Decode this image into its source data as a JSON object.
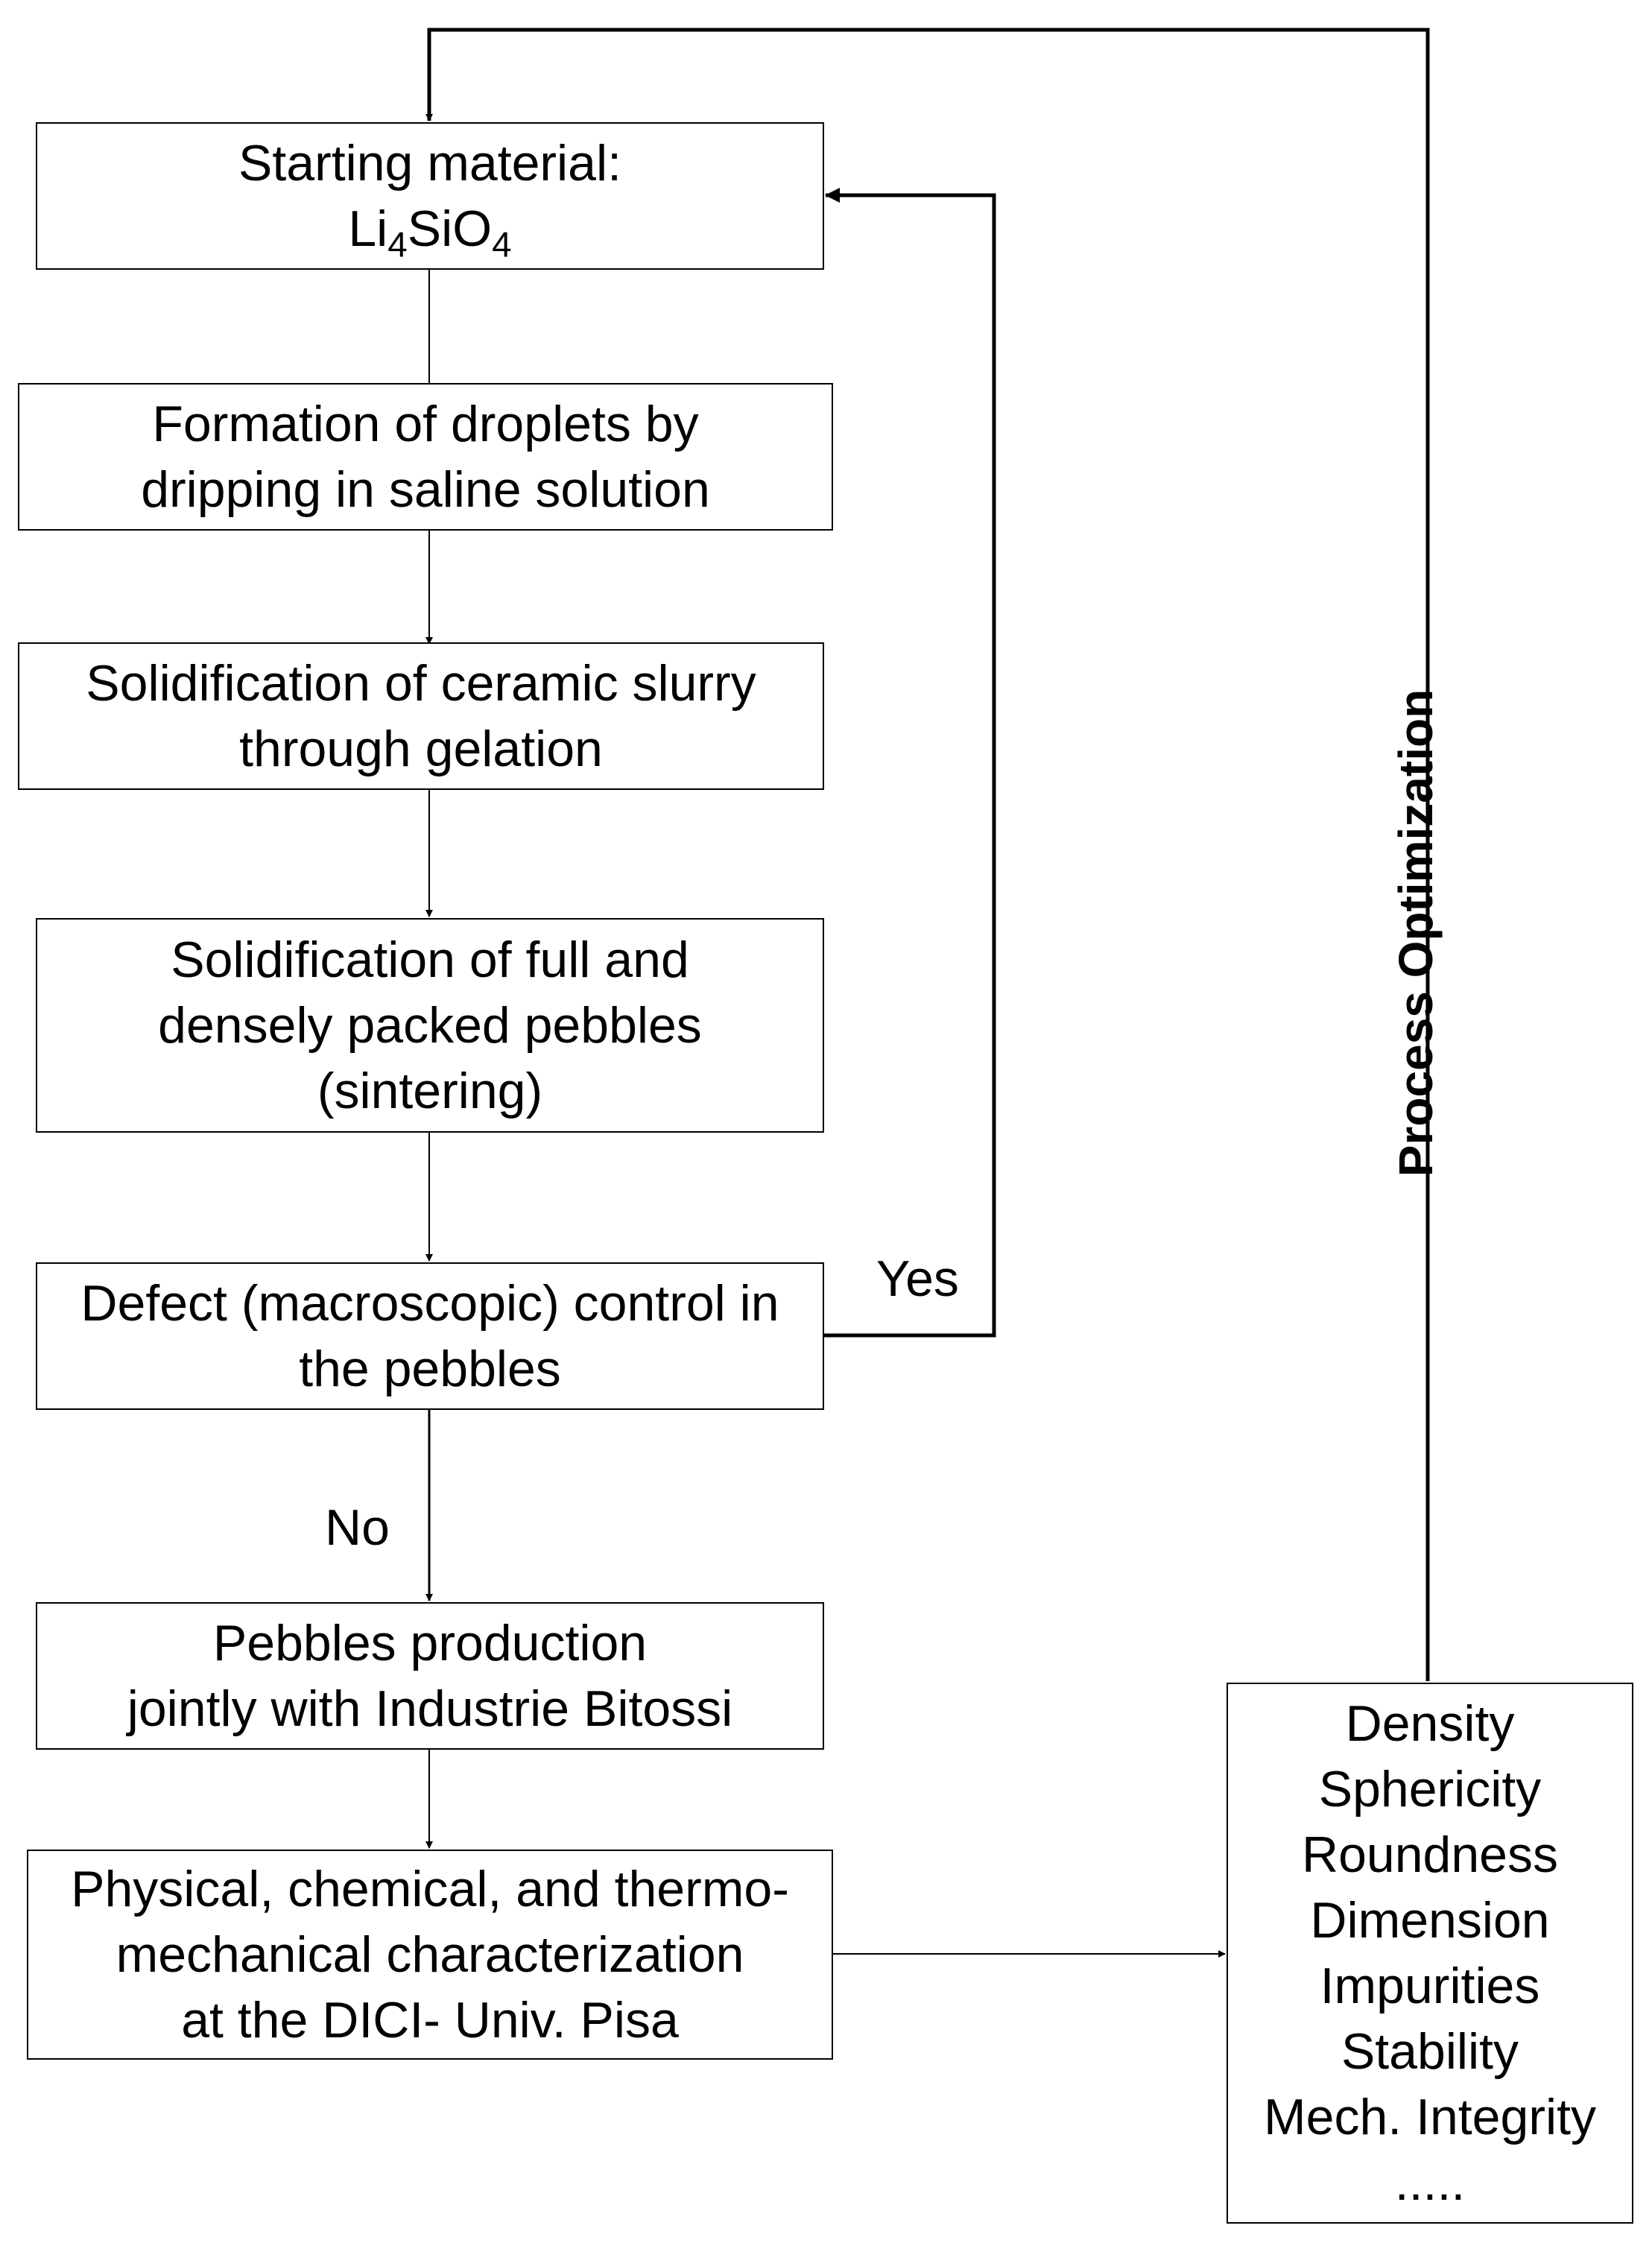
{
  "steps": {
    "start": {
      "line1": "Starting material:",
      "formula": [
        "Li",
        "4",
        "SiO",
        "4"
      ]
    },
    "droplets": {
      "line1": "Formation of droplets by",
      "line2": "dripping in saline solution"
    },
    "gelation": {
      "line1": "Solidification of ceramic slurry",
      "line2": "through gelation"
    },
    "sintering": {
      "line1": "Solidification of full and",
      "line2": "densely packed pebbles",
      "line3": "(sintering)"
    },
    "defect": {
      "line1": "Defect (macroscopic) control in",
      "line2": "the pebbles"
    },
    "production": {
      "line1": "Pebbles production",
      "line2": "jointly with Industrie Bitossi"
    },
    "characterization": {
      "line1": "Physical, chemical, and thermo-",
      "line2": "mechanical characterization",
      "line3": "at the DICI- Univ. Pisa"
    }
  },
  "properties": [
    "Density",
    "Sphericity",
    "Roundness",
    "Dimension",
    "Impurities",
    "Stability",
    "Mech. Integrity",
    "....."
  ],
  "labels": {
    "yes": "Yes",
    "no": "No",
    "loop": "Process Optimization"
  }
}
